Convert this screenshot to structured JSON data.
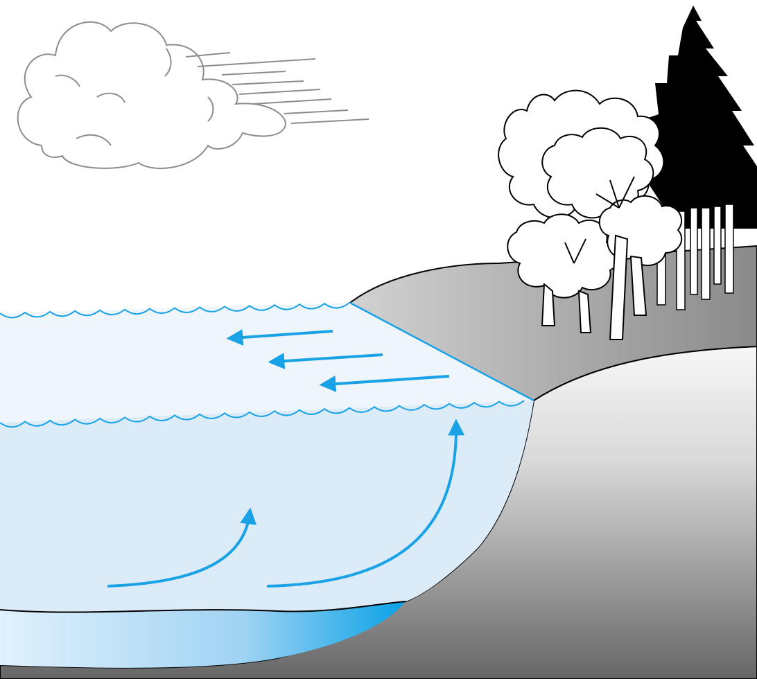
{
  "diagram": {
    "labels": [],
    "colors": {
      "sky": "#ffffff",
      "cloud_outline": "#8c8c8c",
      "wind_lines": "#8c8c8c",
      "upwelled_layer": "#e9f3fb",
      "lake_water": "#dcebf8",
      "deep_water_light": "#cfe6f8",
      "deep_water_dark": "#0aa2e6",
      "water_lines": "#19a3e6",
      "flow_arrows": "#19a3e6",
      "shore_light": "#c8c8c8",
      "shore_dark": "#8a8a8a",
      "ground_light": "#f4f4f4",
      "ground_dark": "#6e6e6e",
      "outline": "#000000",
      "dark_conifer": "#000000"
    },
    "elements": {
      "cloud": "cloud-icon",
      "wind": "wind-lines",
      "broadleaf_trees": "deciduous-tree-icon",
      "conifer": "conifer-tree-icon",
      "surface_flow_arrows": 3,
      "upwelling_flow_arrows": 2
    }
  }
}
